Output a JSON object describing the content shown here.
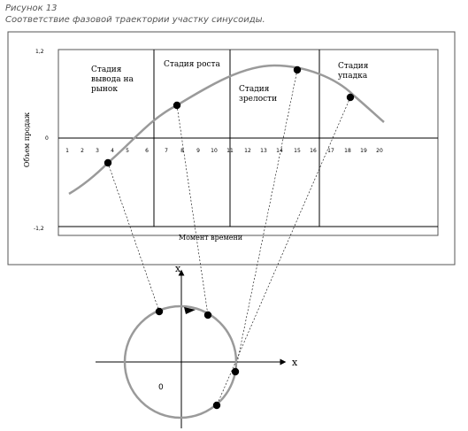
{
  "caption": {
    "figure_label": "Рисунок 13",
    "title": "Соответствие фазовой траектории участку синусоиды."
  },
  "chart": {
    "y_axis_label": "Объем продаж",
    "x_axis_label": "Момент времени",
    "y_ticks": [
      "1,2",
      "0",
      "-1,2"
    ],
    "x_ticks": [
      "1",
      "2",
      "3",
      "4",
      "5",
      "6",
      "7",
      "8",
      "9",
      "10",
      "11",
      "12",
      "13",
      "14",
      "15",
      "16",
      "17",
      "18",
      "19",
      "20"
    ],
    "stages": [
      {
        "lines": [
          "Стадия",
          "вывода на",
          "рынок"
        ]
      },
      {
        "lines": [
          "Стадия роста"
        ]
      },
      {
        "lines": [
          "Стадия",
          "зрелости"
        ]
      },
      {
        "lines": [
          "Стадия",
          "упадка"
        ]
      }
    ]
  },
  "phase": {
    "x_label": "x",
    "y_label": "x",
    "origin_label": "0"
  },
  "colors": {
    "curve": "#9a9a9a",
    "circle": "#9a9a9a",
    "points": "#000000"
  }
}
